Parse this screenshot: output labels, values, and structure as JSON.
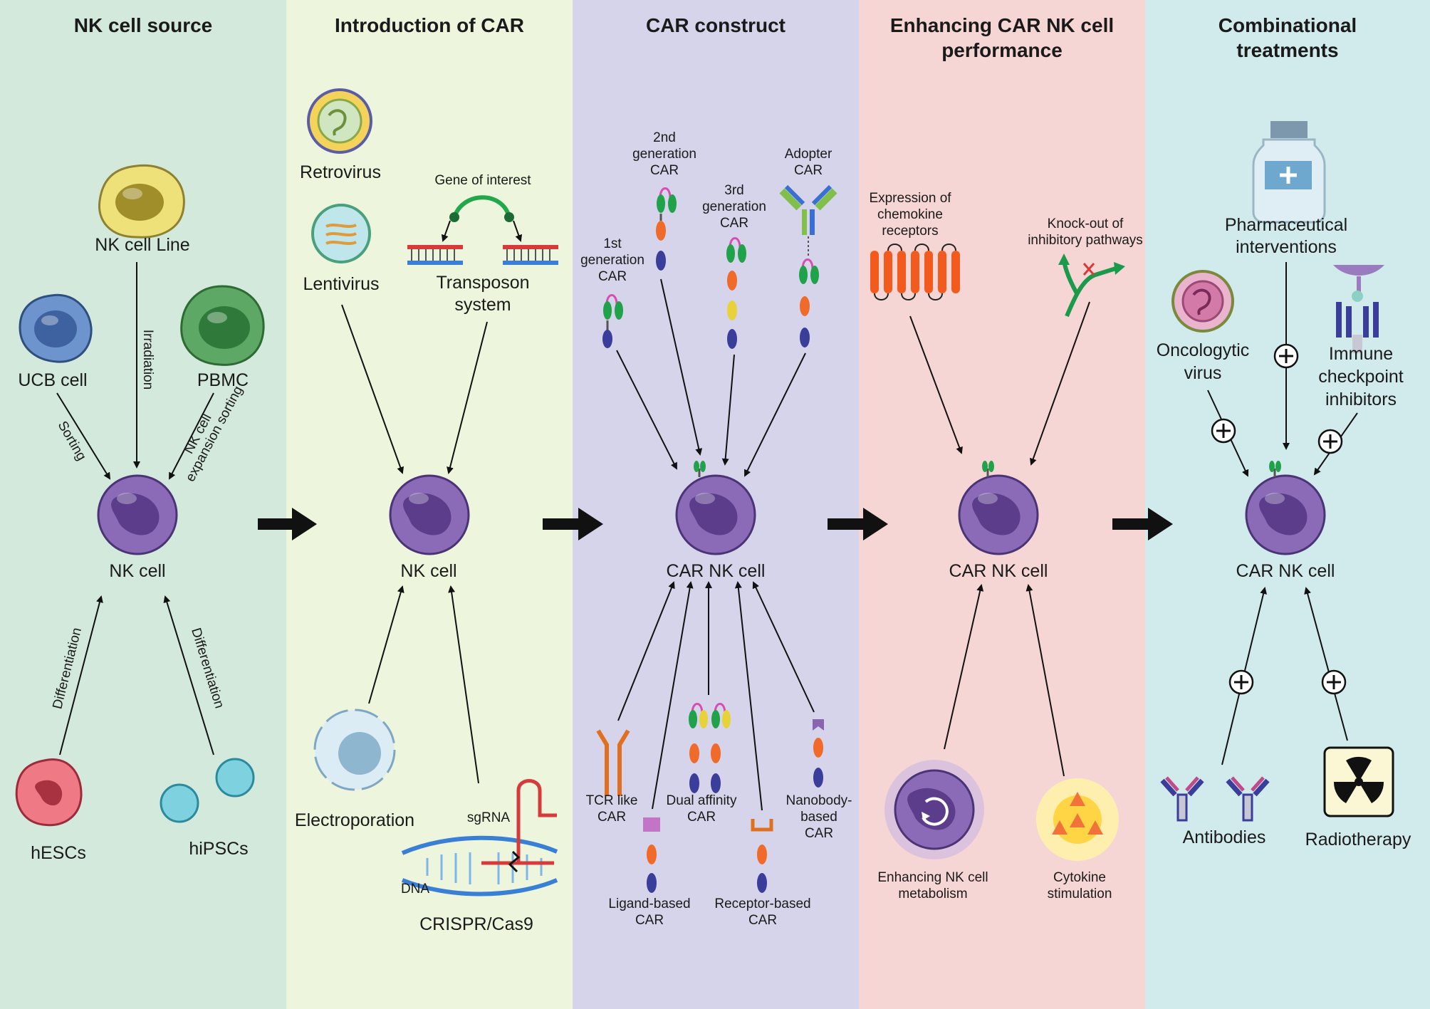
{
  "colors": {
    "panel1": "#d3e9dc",
    "panel2": "#edf5dc",
    "panel3": "#d6d4ea",
    "panel4": "#f6d6d4",
    "panel5": "#d1eaec",
    "nk_cell": "#8b6bb7",
    "nk_nucleus": "#5b3d8c"
  },
  "panels": [
    {
      "title_lines": [
        "NK cell source"
      ]
    },
    {
      "title_lines": [
        "Introduction of CAR"
      ]
    },
    {
      "title_lines": [
        "CAR construct"
      ]
    },
    {
      "title_lines": [
        "Enhancing CAR NK cell",
        "performance"
      ]
    },
    {
      "title_lines": [
        "Combinational",
        "treatments"
      ]
    }
  ],
  "p1": {
    "nk_line": "NK cell Line",
    "ucb": "UCB cell",
    "pbmc": "PBMC",
    "irradiation": "Irradiation",
    "sorting": "Sorting",
    "expansion_line1": "NK cell",
    "expansion_line2": "expansion sorting",
    "center": "NK cell",
    "diff1": "Differentiation",
    "diff2": "Differentiation",
    "hescs": "hESCs",
    "hipscs": "hiPSCs"
  },
  "p2": {
    "retrovirus": "Retrovirus",
    "lentivirus": "Lentivirus",
    "gene_of_interest": "Gene of interest",
    "transposon_line1": "Transposon",
    "transposon_line2": "system",
    "center": "NK cell",
    "electroporation": "Electroporation",
    "sgrna": "sgRNA",
    "dna": "DNA",
    "crispr": "CRISPR/Cas9"
  },
  "p3": {
    "gen1": [
      "1st",
      "generation",
      "CAR"
    ],
    "gen2": [
      "2nd",
      "generation",
      "CAR"
    ],
    "gen3": [
      "3rd",
      "generation",
      "CAR"
    ],
    "adopter": [
      "Adopter",
      "CAR"
    ],
    "center": "CAR NK cell",
    "tcr": [
      "TCR like",
      "CAR"
    ],
    "ligand": [
      "Ligand-based",
      "CAR"
    ],
    "dual": [
      "Dual affinity",
      "CAR"
    ],
    "receptor": [
      "Receptor-based",
      "CAR"
    ],
    "nanobody": [
      "Nanobody-",
      "based",
      "CAR"
    ]
  },
  "p4": {
    "chemokine": [
      "Expression of",
      "chemokine",
      "receptors"
    ],
    "knockout": [
      "Knock-out of",
      "inhibitory pathways"
    ],
    "center": "CAR NK cell",
    "metabolism": [
      "Enhancing NK cell",
      "metabolism"
    ],
    "cytokine": [
      "Cytokine",
      "stimulation"
    ]
  },
  "p5": {
    "pharma": [
      "Pharmaceutical",
      "interventions"
    ],
    "oncolytic": [
      "Oncologytic",
      "virus"
    ],
    "checkpoint": [
      "Immune",
      "checkpoint",
      "inhibitors"
    ],
    "center": "CAR NK cell",
    "antibodies": "Antibodies",
    "radiotherapy": "Radiotherapy"
  }
}
